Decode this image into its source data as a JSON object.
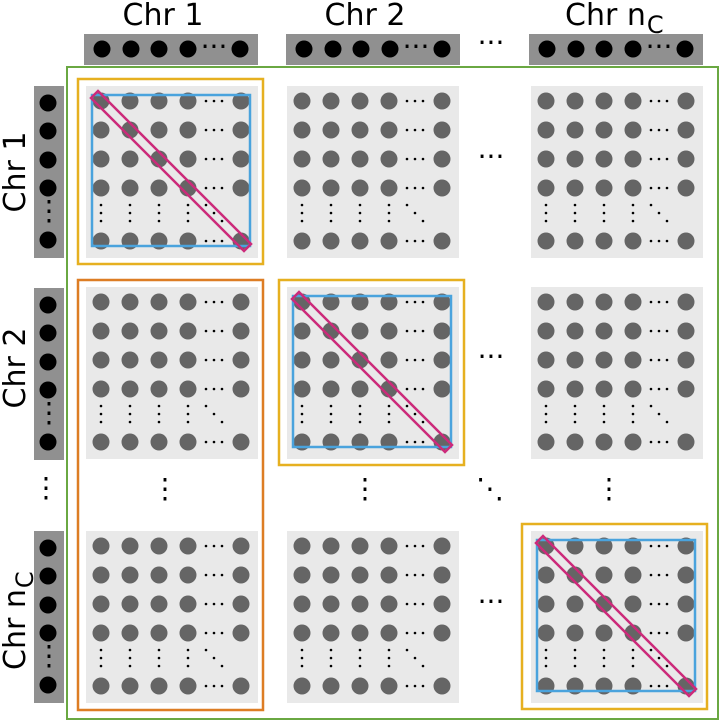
{
  "labels": {
    "col": [
      {
        "main": "Chr 1",
        "sub": ""
      },
      {
        "main": "Chr 2",
        "sub": ""
      },
      {
        "main": "Chr n",
        "sub": "C"
      }
    ],
    "row": [
      {
        "main": "Chr 1",
        "sub": ""
      },
      {
        "main": "Chr 2",
        "sub": ""
      },
      {
        "main": "Chr n",
        "sub": "C"
      }
    ]
  },
  "ellipsis": {
    "horizontal": "···",
    "vertical": "⋮",
    "diagonal": "⋱",
    "inline": "···"
  },
  "colors": {
    "outer_frame": "#6aa842",
    "column_frame": "#dd7d24",
    "block_frame": "#e6b020",
    "square_frame": "#4aa3dd",
    "diagonal_band": "#cc2a7a",
    "block_bg": "#e9e9e9",
    "dot": "#656565",
    "chrom_bar": "#909090",
    "chrom_dot": "#000000"
  }
}
